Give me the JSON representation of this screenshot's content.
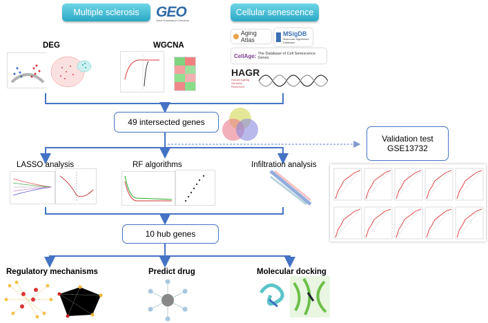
{
  "header": {
    "ms_label": "Multiple sclerosis",
    "geo_logo": "GEO",
    "geo_sub": "Gene Expression Omnibus",
    "cs_label": "Cellular senescence"
  },
  "sources": {
    "aging_atlas": "Aging Atlas",
    "msigdb": "MSigDB",
    "msigdb_sub": "Molecular Signatures Database",
    "cellage_title": "CellAge:",
    "cellage_sub": "The Database of Cell Senescence Genes",
    "hagr": "HAGR",
    "hagr_sub": "Human Ageing Genomic Resources"
  },
  "stage1": {
    "deg": "DEG",
    "wgcna": "WGCNA",
    "intersect": "49 intersected genes"
  },
  "stage2": {
    "lasso": "LASSO analysis",
    "rf": "RF algorithms",
    "infiltration": "Infiltration analysis",
    "hub": "10 hub genes"
  },
  "validation": {
    "line1": "Validation test",
    "line2": "GSE13732"
  },
  "stage3": {
    "regulatory": "Regulatory mechanisms",
    "drug": "Predict drug",
    "docking": "Molecular docking"
  },
  "colors": {
    "arrow": "#4472c4",
    "pill": "#2aa9c6",
    "venn_a": "#d9dd6b",
    "venn_b": "#e97b8c",
    "venn_c": "#8a8ae0"
  }
}
